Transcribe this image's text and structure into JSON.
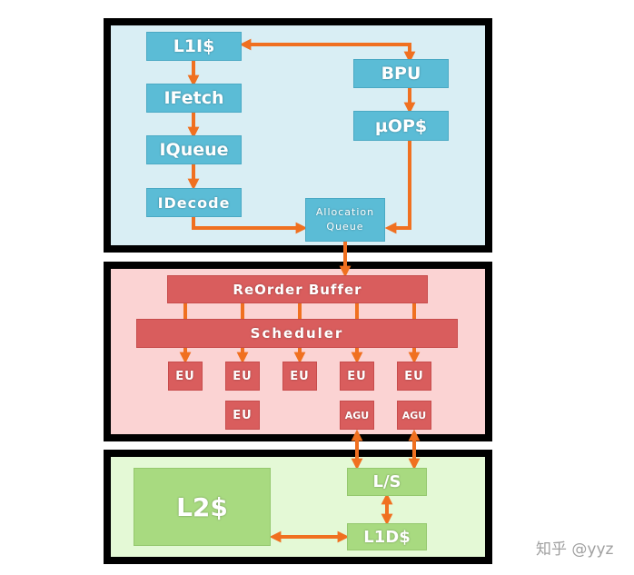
{
  "colors": {
    "frontend_bg": "#d9eef4",
    "backend_bg": "#fbd3d3",
    "memory_bg": "#e4f9d6",
    "cyan_block": "#5bbcd6",
    "red_block": "#d95d5d",
    "green_block": "#a8da80",
    "arrow": "#f07020"
  },
  "frontend": {
    "l1i": "L1I$",
    "ifetch": "IFetch",
    "iqueue": "IQueue",
    "idecode": "IDecode",
    "bpu": "BPU",
    "uop": "µOP$",
    "allocation_line1": "Allocation",
    "allocation_line2": "Queue"
  },
  "backend": {
    "rob": "ReOrder Buffer",
    "scheduler": "Scheduler",
    "eu": [
      "EU",
      "EU",
      "EU",
      "EU",
      "EU"
    ],
    "eu_extra": "EU",
    "agu": [
      "AGU",
      "AGU"
    ]
  },
  "memory": {
    "l2": "L2$",
    "ls": "L/S",
    "l1d": "L1D$"
  },
  "watermark": "知乎 @yyz"
}
